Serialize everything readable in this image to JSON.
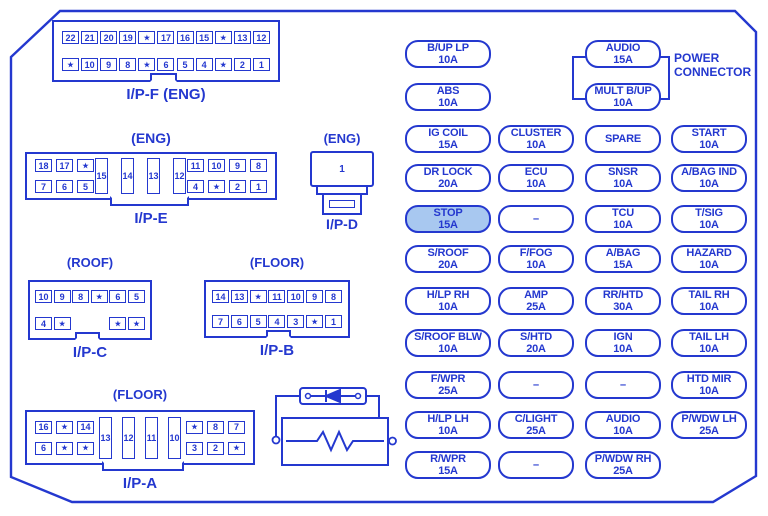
{
  "colors": {
    "blue": "#2438cf",
    "highlight": "#a8c8f0",
    "background": "#ffffff"
  },
  "power_connector": {
    "line1": "POWER",
    "line2": "CONNECTOR"
  },
  "labels": {
    "ipf": {
      "name": "I/P-F (ENG)"
    },
    "ipe": {
      "top": "(ENG)",
      "name": "I/P-E"
    },
    "ipd": {
      "top": "(ENG)",
      "name": "I/P-D",
      "pin": "1"
    },
    "ipc": {
      "top": "(ROOF)",
      "name": "I/P-C"
    },
    "ipb": {
      "top": "(FLOOR)",
      "name": "I/P-B"
    },
    "ipa": {
      "top": "(FLOOR)",
      "name": "I/P-A"
    }
  },
  "connectors": {
    "ipf": {
      "rows": [
        [
          "22",
          "21",
          "20",
          "19",
          "★",
          "17",
          "16",
          "15",
          "★",
          "13",
          "12"
        ],
        [
          "★",
          "10",
          "9",
          "8",
          "★",
          "6",
          "5",
          "4",
          "★",
          "2",
          "1"
        ]
      ]
    },
    "ipe": {
      "left": [
        [
          "18",
          "17",
          "★"
        ],
        [
          "7",
          "6",
          "5"
        ]
      ],
      "slots": [
        "15",
        "14",
        "13",
        "12"
      ],
      "right": [
        [
          "11",
          "10",
          "9",
          "8"
        ],
        [
          "4",
          "★",
          "2",
          "1"
        ]
      ]
    },
    "ipc": {
      "rows": [
        [
          "10",
          "9",
          "8",
          "★",
          "6",
          "5"
        ],
        [
          "4",
          "★",
          "",
          "",
          "★",
          "★"
        ]
      ]
    },
    "ipb": {
      "rows": [
        [
          "14",
          "13",
          "★",
          "11",
          "10",
          "9",
          "8"
        ],
        [
          "7",
          "6",
          "5",
          "4",
          "3",
          "★",
          "1"
        ]
      ]
    },
    "ipa": {
      "left": [
        [
          "16",
          "★",
          "14"
        ],
        [
          "6",
          "★",
          "★"
        ]
      ],
      "slots": [
        "13",
        "12",
        "11",
        "10"
      ],
      "right": [
        [
          "★",
          "8",
          "7"
        ],
        [
          "3",
          "2",
          "★"
        ]
      ]
    }
  },
  "fuses": [
    {
      "row": 0,
      "col": 0,
      "name": "B/UP LP",
      "amp": "10A"
    },
    {
      "row": 0,
      "col": 2,
      "name": "AUDIO",
      "amp": "15A"
    },
    {
      "row": 1,
      "col": 0,
      "name": "ABS",
      "amp": "10A"
    },
    {
      "row": 1,
      "col": 2,
      "name": "MULT B/UP",
      "amp": "10A"
    },
    {
      "row": 2,
      "col": 0,
      "name": "IG COIL",
      "amp": "15A"
    },
    {
      "row": 2,
      "col": 1,
      "name": "CLUSTER",
      "amp": "10A"
    },
    {
      "row": 2,
      "col": 2,
      "name": "SPARE",
      "amp": ""
    },
    {
      "row": 2,
      "col": 3,
      "name": "START",
      "amp": "10A"
    },
    {
      "row": 3,
      "col": 0,
      "name": "DR LOCK",
      "amp": "20A"
    },
    {
      "row": 3,
      "col": 1,
      "name": "ECU",
      "amp": "10A"
    },
    {
      "row": 3,
      "col": 2,
      "name": "SNSR",
      "amp": "10A"
    },
    {
      "row": 3,
      "col": 3,
      "name": "A/BAG IND",
      "amp": "10A"
    },
    {
      "row": 4,
      "col": 0,
      "name": "STOP",
      "amp": "15A",
      "highlight": true
    },
    {
      "row": 4,
      "col": 1,
      "name": "–",
      "amp": ""
    },
    {
      "row": 4,
      "col": 2,
      "name": "TCU",
      "amp": "10A"
    },
    {
      "row": 4,
      "col": 3,
      "name": "T/SIG",
      "amp": "10A"
    },
    {
      "row": 5,
      "col": 0,
      "name": "S/ROOF",
      "amp": "20A"
    },
    {
      "row": 5,
      "col": 1,
      "name": "F/FOG",
      "amp": "10A"
    },
    {
      "row": 5,
      "col": 2,
      "name": "A/BAG",
      "amp": "15A"
    },
    {
      "row": 5,
      "col": 3,
      "name": "HAZARD",
      "amp": "10A"
    },
    {
      "row": 6,
      "col": 0,
      "name": "H/LP RH",
      "amp": "10A"
    },
    {
      "row": 6,
      "col": 1,
      "name": "AMP",
      "amp": "25A"
    },
    {
      "row": 6,
      "col": 2,
      "name": "RR/HTD",
      "amp": "30A"
    },
    {
      "row": 6,
      "col": 3,
      "name": "TAIL RH",
      "amp": "10A"
    },
    {
      "row": 7,
      "col": 0,
      "name": "S/ROOF BLW",
      "amp": "10A"
    },
    {
      "row": 7,
      "col": 1,
      "name": "S/HTD",
      "amp": "20A"
    },
    {
      "row": 7,
      "col": 2,
      "name": "IGN",
      "amp": "10A"
    },
    {
      "row": 7,
      "col": 3,
      "name": "TAIL LH",
      "amp": "10A"
    },
    {
      "row": 8,
      "col": 0,
      "name": "F/WPR",
      "amp": "25A"
    },
    {
      "row": 8,
      "col": 1,
      "name": "–",
      "amp": ""
    },
    {
      "row": 8,
      "col": 2,
      "name": "–",
      "amp": ""
    },
    {
      "row": 8,
      "col": 3,
      "name": "HTD MIR",
      "amp": "10A"
    },
    {
      "row": 9,
      "col": 0,
      "name": "H/LP LH",
      "amp": "10A"
    },
    {
      "row": 9,
      "col": 1,
      "name": "C/LIGHT",
      "amp": "25A"
    },
    {
      "row": 9,
      "col": 2,
      "name": "AUDIO",
      "amp": "10A"
    },
    {
      "row": 9,
      "col": 3,
      "name": "P/WDW LH",
      "amp": "25A"
    },
    {
      "row": 10,
      "col": 0,
      "name": "R/WPR",
      "amp": "15A"
    },
    {
      "row": 10,
      "col": 1,
      "name": "–",
      "amp": ""
    },
    {
      "row": 10,
      "col": 2,
      "name": "P/WDW RH",
      "amp": "25A"
    }
  ]
}
